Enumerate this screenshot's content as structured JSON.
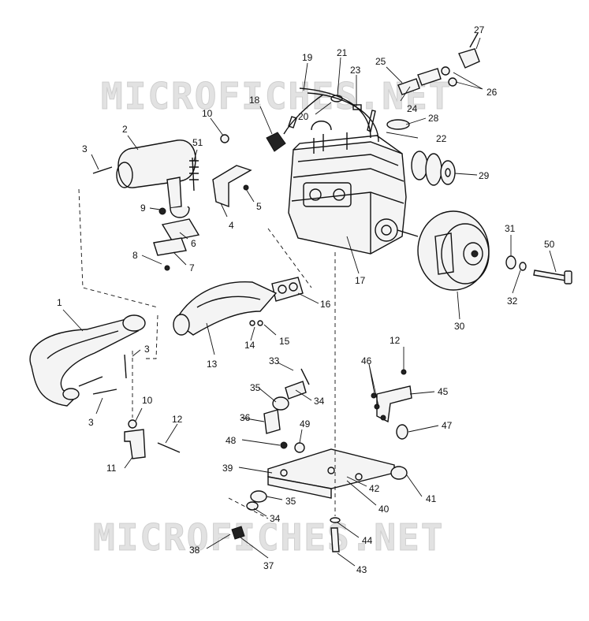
{
  "watermark": {
    "text": "MICROFICHES.NET"
  },
  "callouts": [
    {
      "id": "c1",
      "text": "1"
    },
    {
      "id": "c2",
      "text": "2"
    },
    {
      "id": "c3a",
      "text": "3"
    },
    {
      "id": "c3b",
      "text": "3"
    },
    {
      "id": "c3c",
      "text": "3"
    },
    {
      "id": "c4",
      "text": "4"
    },
    {
      "id": "c5",
      "text": "5"
    },
    {
      "id": "c6",
      "text": "6"
    },
    {
      "id": "c7",
      "text": "7"
    },
    {
      "id": "c8",
      "text": "8"
    },
    {
      "id": "c9",
      "text": "9"
    },
    {
      "id": "c10a",
      "text": "10"
    },
    {
      "id": "c10b",
      "text": "10"
    },
    {
      "id": "c11",
      "text": "11"
    },
    {
      "id": "c12a",
      "text": "12"
    },
    {
      "id": "c12b",
      "text": "12"
    },
    {
      "id": "c13",
      "text": "13"
    },
    {
      "id": "c14",
      "text": "14"
    },
    {
      "id": "c15",
      "text": "15"
    },
    {
      "id": "c16",
      "text": "16"
    },
    {
      "id": "c17",
      "text": "17"
    },
    {
      "id": "c18",
      "text": "18"
    },
    {
      "id": "c19",
      "text": "19"
    },
    {
      "id": "c20",
      "text": "20"
    },
    {
      "id": "c21",
      "text": "21"
    },
    {
      "id": "c22",
      "text": "22"
    },
    {
      "id": "c23",
      "text": "23"
    },
    {
      "id": "c24",
      "text": "24"
    },
    {
      "id": "c25",
      "text": "25"
    },
    {
      "id": "c26",
      "text": "26"
    },
    {
      "id": "c27",
      "text": "27"
    },
    {
      "id": "c28",
      "text": "28"
    },
    {
      "id": "c29",
      "text": "29"
    },
    {
      "id": "c30",
      "text": "30"
    },
    {
      "id": "c31",
      "text": "31"
    },
    {
      "id": "c32",
      "text": "32"
    },
    {
      "id": "c33",
      "text": "33"
    },
    {
      "id": "c34a",
      "text": "34"
    },
    {
      "id": "c34b",
      "text": "34"
    },
    {
      "id": "c35a",
      "text": "35"
    },
    {
      "id": "c35b",
      "text": "35"
    },
    {
      "id": "c36",
      "text": "36"
    },
    {
      "id": "c37",
      "text": "37"
    },
    {
      "id": "c38",
      "text": "38"
    },
    {
      "id": "c39",
      "text": "39"
    },
    {
      "id": "c40",
      "text": "40"
    },
    {
      "id": "c41",
      "text": "41"
    },
    {
      "id": "c42",
      "text": "42"
    },
    {
      "id": "c43",
      "text": "43"
    },
    {
      "id": "c44",
      "text": "44"
    },
    {
      "id": "c45",
      "text": "45"
    },
    {
      "id": "c46",
      "text": "46"
    },
    {
      "id": "c47",
      "text": "47"
    },
    {
      "id": "c48",
      "text": "48"
    },
    {
      "id": "c49",
      "text": "49"
    },
    {
      "id": "c50",
      "text": "50"
    },
    {
      "id": "c51",
      "text": "51"
    }
  ]
}
